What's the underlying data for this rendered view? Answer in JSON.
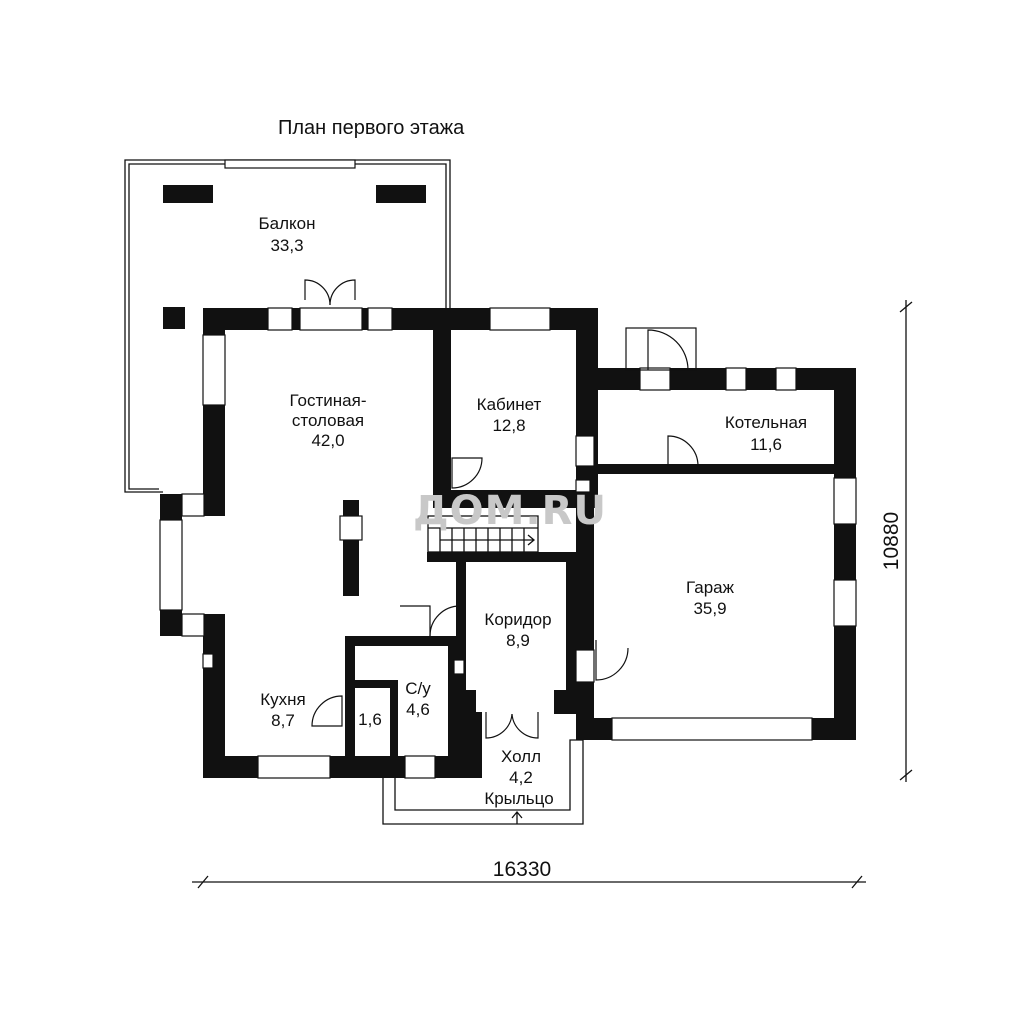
{
  "title": "План первого этажа",
  "watermark": "ДОМ",
  "watermark_suffix": "RU",
  "dimensions": {
    "width": "16330",
    "height": "10880"
  },
  "rooms": {
    "balcony": {
      "name": "Балкон",
      "area": "33,3"
    },
    "living": {
      "name1": "Гостиная-",
      "name2": "столовая",
      "area": "42,0"
    },
    "study": {
      "name": "Кабинет",
      "area": "12,8"
    },
    "boiler": {
      "name": "Котельная",
      "area": "11,6"
    },
    "garage": {
      "name": "Гараж",
      "area": "35,9"
    },
    "corridor": {
      "name": "Коридор",
      "area": "8,9"
    },
    "kitchen": {
      "name": "Кухня",
      "area": "8,7"
    },
    "pantry": {
      "area": "1,6"
    },
    "bathroom": {
      "name": "С/у",
      "area": "4,6"
    },
    "hall": {
      "name": "Холл",
      "area": "4,2"
    },
    "porch": {
      "name": "Крыльцо"
    }
  }
}
